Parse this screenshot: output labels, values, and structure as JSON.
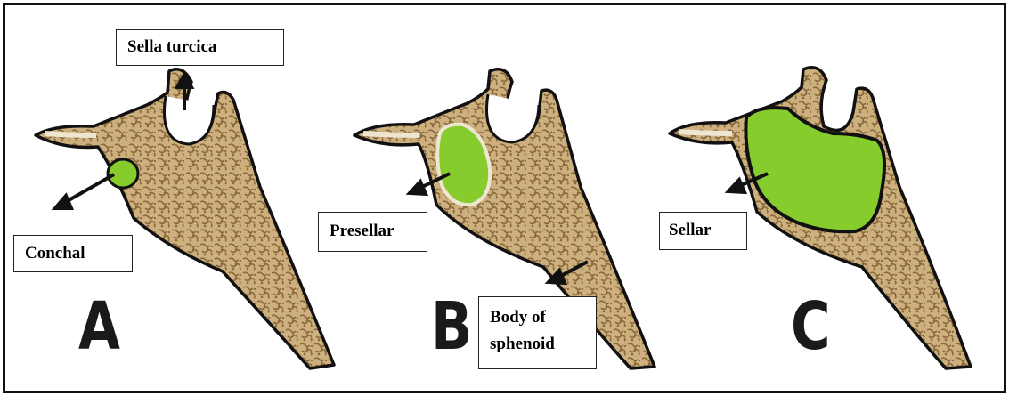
{
  "figure": {
    "colors": {
      "bone_fill": "#cdb07e",
      "bone_pattern": "#8a6a3d",
      "cortex": "#efe6d2",
      "sinus": "#86cc2d",
      "outline": "#111111"
    },
    "panels": [
      {
        "letter": "A",
        "type_label": "Conchal"
      },
      {
        "letter": "B",
        "type_label": "Presellar"
      },
      {
        "letter": "C",
        "type_label": "Sellar"
      }
    ],
    "annotations": {
      "sella": "Sella turcica",
      "body_line1": "Body of",
      "body_line2": "sphenoid"
    }
  }
}
